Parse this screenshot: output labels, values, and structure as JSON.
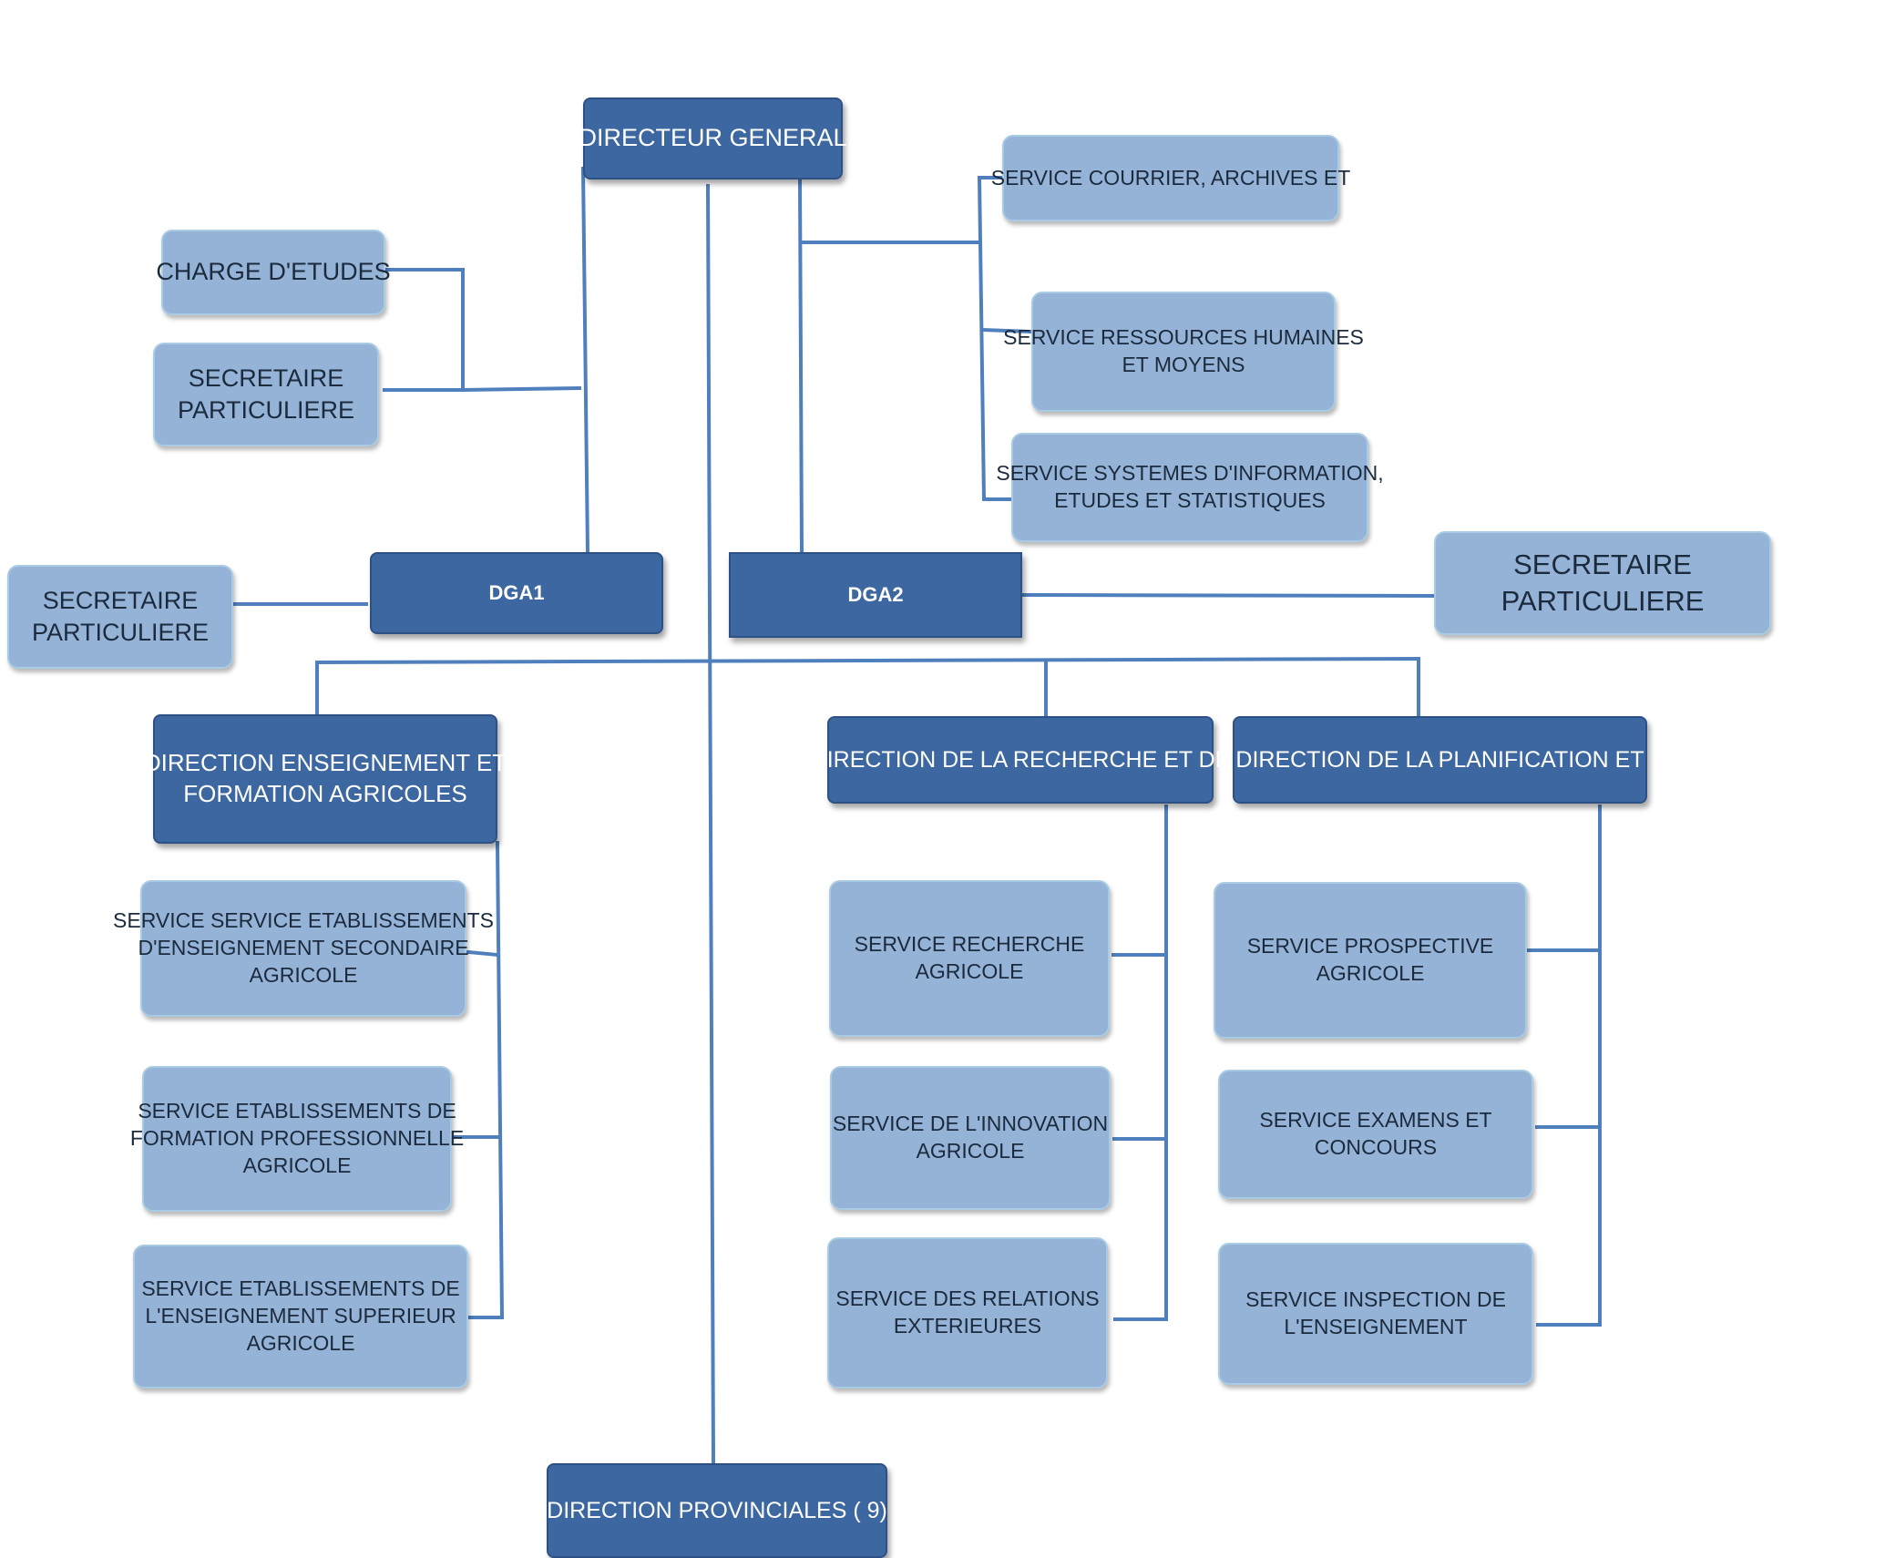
{
  "nodes": {
    "directeur_general": [
      "DIRECTEUR GENERAL"
    ],
    "charge_etudes": [
      "CHARGE D'ETUDES"
    ],
    "secretaire_dg": [
      "SECRETAIRE",
      "PARTICULIERE"
    ],
    "service_courrier": [
      "SERVICE COURRIER, ARCHIVES ET"
    ],
    "service_rh": [
      "SERVICE RESSOURCES HUMAINES",
      "ET MOYENS"
    ],
    "service_si": [
      "SERVICE SYSTEMES D'INFORMATION,",
      "ETUDES ET STATISTIQUES"
    ],
    "dga1": [
      "DGA1"
    ],
    "dga2": [
      "DGA2"
    ],
    "secretaire_dga1": [
      "SECRETAIRE",
      "PARTICULIERE"
    ],
    "secretaire_dga2": [
      "SECRETAIRE",
      "PARTICULIERE"
    ],
    "direction_enseignement": [
      "DIRECTION ENSEIGNEMENT ET",
      "FORMATION AGRICOLES"
    ],
    "direction_recherche": [
      "DIRECTION DE LA RECHERCHE ET DE"
    ],
    "direction_planification": [
      "DIRECTION  DE LA PLANIFICATION ET"
    ],
    "service_secondaire": [
      "SERVICE SERVICE ETABLISSEMENTS",
      "D'ENSEIGNEMENT SECONDAIRE",
      "AGRICOLE"
    ],
    "service_professionnelle": [
      "SERVICE ETABLISSEMENTS DE",
      "FORMATION PROFESSIONNELLE",
      "AGRICOLE"
    ],
    "service_superieur": [
      "SERVICE ETABLISSEMENTS DE",
      "L'ENSEIGNEMENT SUPERIEUR",
      "AGRICOLE"
    ],
    "service_recherche": [
      "SERVICE RECHERCHE",
      "AGRICOLE"
    ],
    "service_innovation": [
      "SERVICE  DE L'INNOVATION",
      "AGRICOLE"
    ],
    "service_relations": [
      "SERVICE  DES RELATIONS",
      "EXTERIEURES"
    ],
    "service_prospective": [
      "SERVICE PROSPECTIVE",
      "AGRICOLE"
    ],
    "service_examens": [
      "SERVICE EXAMENS ET",
      "CONCOURS"
    ],
    "service_inspection": [
      "SERVICE INSPECTION  DE",
      "L'ENSEIGNEMENT"
    ],
    "direction_provinciales": [
      "DIRECTION PROVINCIALES ( 9)"
    ]
  },
  "colors": {
    "connector": "#4f7fbd",
    "light_box": "#95b3d7",
    "dark_box": "#3d67a0"
  }
}
